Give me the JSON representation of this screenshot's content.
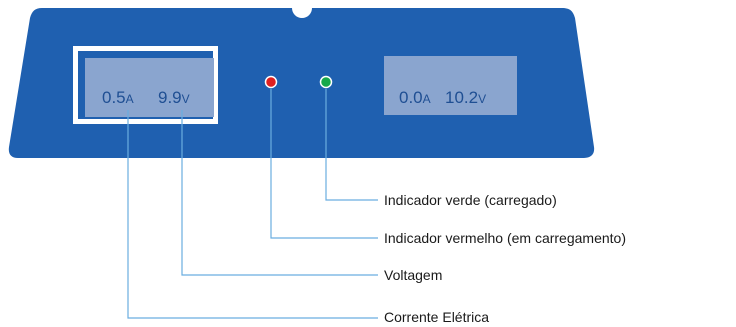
{
  "device": {
    "body_color": "#1f60b0",
    "left_display": {
      "current_value": "0.5",
      "current_unit": "A",
      "voltage_value": "9.9",
      "voltage_unit": "V"
    },
    "right_display": {
      "current_value": "0.0",
      "current_unit": "A",
      "voltage_value": "10.2",
      "voltage_unit": "V"
    },
    "indicators": {
      "red_color": "#e02020",
      "green_color": "#17a84a"
    }
  },
  "callouts": {
    "line_color": "#6aaee0",
    "green_indicator": "Indicador verde (carregado)",
    "red_indicator": "Indicador vermelho (em carregamento)",
    "voltage": "Voltagem",
    "current": "Corrente Elétrica"
  }
}
